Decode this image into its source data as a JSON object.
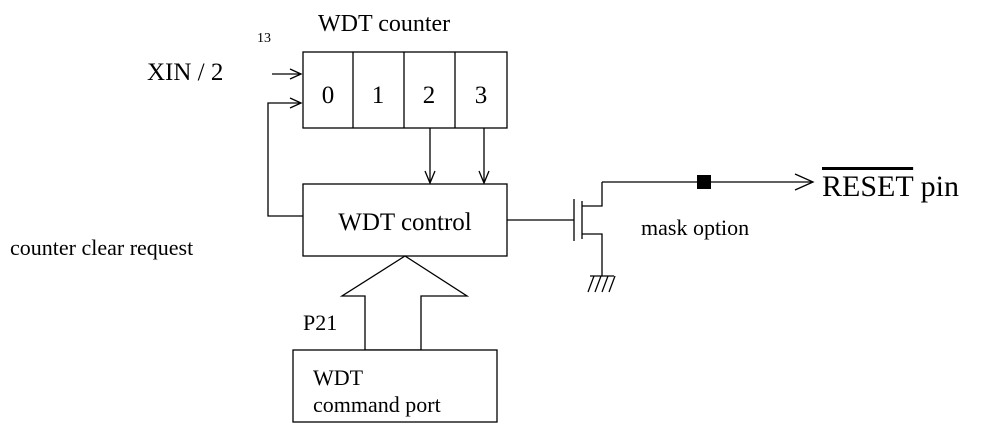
{
  "diagram": {
    "counter_title": "WDT  counter",
    "counter_cells": [
      "0",
      "1",
      "2",
      "3"
    ],
    "clock_label_base": "XIN / 2",
    "clock_label_exponent": "13",
    "control_label": "WDT  control",
    "clear_label": "counter  clear  request",
    "port_pin_label": "P21",
    "command_line1": "WDT",
    "command_line2": "command  port",
    "mask_label": "mask option",
    "reset_label": "RESET",
    "reset_suffix": " pin"
  }
}
